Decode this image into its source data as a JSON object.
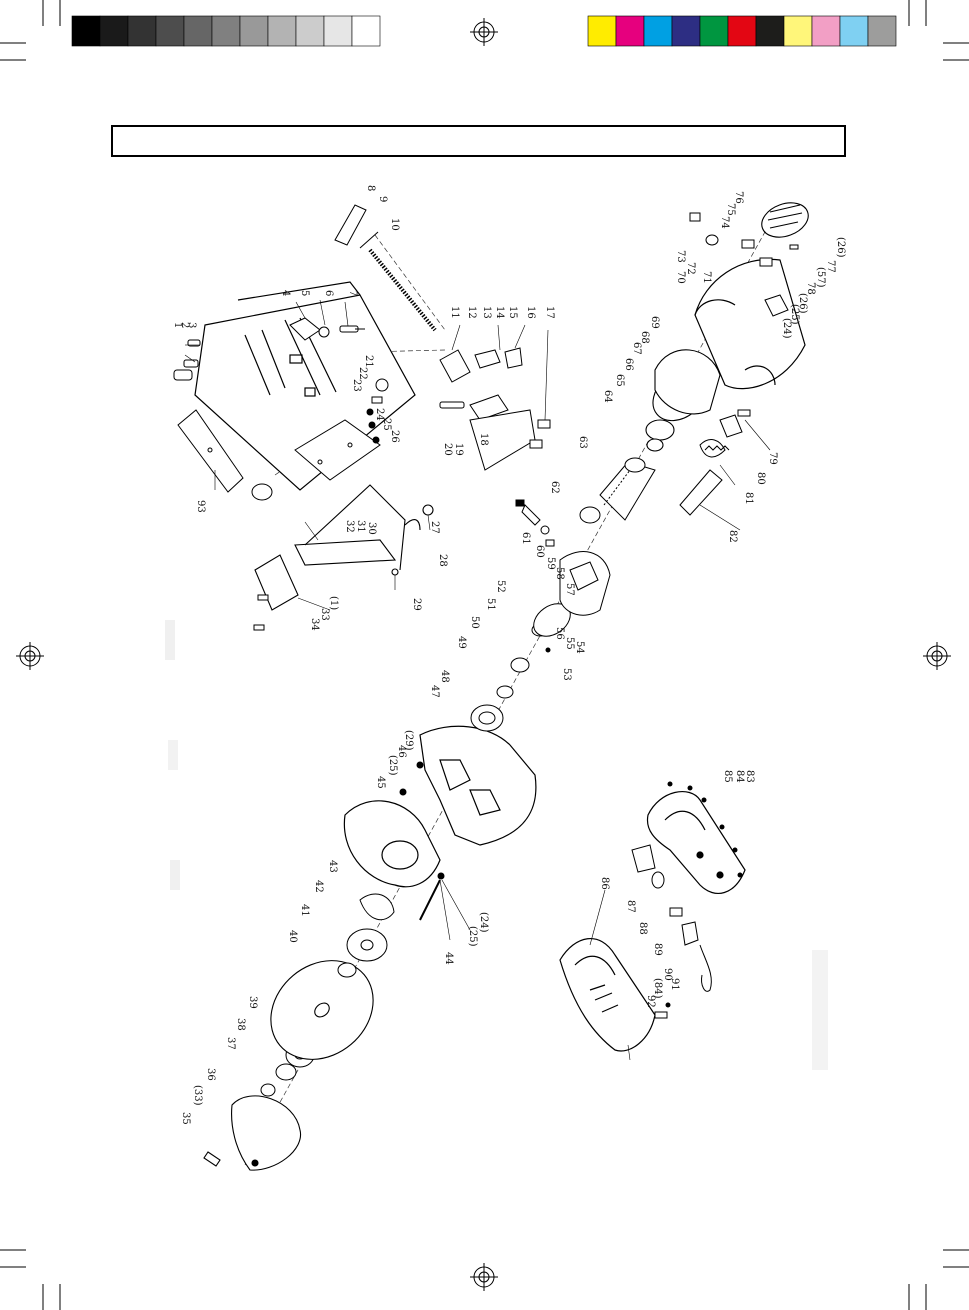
{
  "calibration": {
    "grayscale": [
      "#000000",
      "#1a1a1a",
      "#333333",
      "#4d4d4d",
      "#666666",
      "#808080",
      "#999999",
      "#b3b3b3",
      "#cccccc",
      "#e6e6e6",
      "#ffffff"
    ],
    "process": [
      "#ffec00",
      "#e6007e",
      "#00a0e3",
      "#2d2e83",
      "#009640",
      "#e30613",
      "#1d1d1b",
      "#fff67a",
      "#f29fc5",
      "#7fd0f2",
      "#9d9d9c"
    ]
  },
  "title_box": {
    "text": ""
  },
  "callouts": [
    {
      "id": "c1",
      "label": "1"
    },
    {
      "id": "c2",
      "label": "2"
    },
    {
      "id": "c3",
      "label": "3"
    },
    {
      "id": "c4",
      "label": "4"
    },
    {
      "id": "c5",
      "label": "5"
    },
    {
      "id": "c6",
      "label": "6"
    },
    {
      "id": "c7",
      "label": "7"
    },
    {
      "id": "c8",
      "label": "8"
    },
    {
      "id": "c9",
      "label": "9"
    },
    {
      "id": "c10",
      "label": "10"
    },
    {
      "id": "c11",
      "label": "11"
    },
    {
      "id": "c12",
      "label": "12"
    },
    {
      "id": "c13",
      "label": "13"
    },
    {
      "id": "c14",
      "label": "14"
    },
    {
      "id": "c15",
      "label": "15"
    },
    {
      "id": "c16",
      "label": "16"
    },
    {
      "id": "c17",
      "label": "17"
    },
    {
      "id": "c18",
      "label": "18"
    },
    {
      "id": "c19",
      "label": "19"
    },
    {
      "id": "c20",
      "label": "20"
    },
    {
      "id": "c21",
      "label": "21"
    },
    {
      "id": "c22",
      "label": "22"
    },
    {
      "id": "c23",
      "label": "23"
    },
    {
      "id": "c24",
      "label": "24"
    },
    {
      "id": "c25",
      "label": "25"
    },
    {
      "id": "c26",
      "label": "26"
    },
    {
      "id": "c27",
      "label": "27"
    },
    {
      "id": "c28",
      "label": "28"
    },
    {
      "id": "c29",
      "label": "29"
    },
    {
      "id": "c30",
      "label": "30"
    },
    {
      "id": "c31",
      "label": "31"
    },
    {
      "id": "c32",
      "label": "32"
    },
    {
      "id": "c1p",
      "label": "(1)"
    },
    {
      "id": "c33",
      "label": "33"
    },
    {
      "id": "c34",
      "label": "34"
    },
    {
      "id": "c35",
      "label": "35"
    },
    {
      "id": "c33p",
      "label": "(33)"
    },
    {
      "id": "c36",
      "label": "36"
    },
    {
      "id": "c37",
      "label": "37"
    },
    {
      "id": "c38",
      "label": "38"
    },
    {
      "id": "c39",
      "label": "39"
    },
    {
      "id": "c40",
      "label": "40"
    },
    {
      "id": "c41",
      "label": "41"
    },
    {
      "id": "c42",
      "label": "42"
    },
    {
      "id": "c43",
      "label": "43"
    },
    {
      "id": "c44",
      "label": "44"
    },
    {
      "id": "c24pa",
      "label": "(24)"
    },
    {
      "id": "c25pa",
      "label": "(25)"
    },
    {
      "id": "c45",
      "label": "45"
    },
    {
      "id": "c25pb",
      "label": "(25)"
    },
    {
      "id": "c46",
      "label": "46"
    },
    {
      "id": "c29p",
      "label": "(29)"
    },
    {
      "id": "c47",
      "label": "47"
    },
    {
      "id": "c48",
      "label": "48"
    },
    {
      "id": "c49",
      "label": "49"
    },
    {
      "id": "c50",
      "label": "50"
    },
    {
      "id": "c51",
      "label": "51"
    },
    {
      "id": "c52",
      "label": "52"
    },
    {
      "id": "c53",
      "label": "53"
    },
    {
      "id": "c54",
      "label": "54"
    },
    {
      "id": "c55",
      "label": "55"
    },
    {
      "id": "c56",
      "label": "56"
    },
    {
      "id": "c57",
      "label": "57"
    },
    {
      "id": "c58",
      "label": "58"
    },
    {
      "id": "c59",
      "label": "59"
    },
    {
      "id": "c60",
      "label": "60"
    },
    {
      "id": "c61",
      "label": "61"
    },
    {
      "id": "c62",
      "label": "62"
    },
    {
      "id": "c63",
      "label": "63"
    },
    {
      "id": "c64",
      "label": "64"
    },
    {
      "id": "c65",
      "label": "65"
    },
    {
      "id": "c66",
      "label": "66"
    },
    {
      "id": "c67",
      "label": "67"
    },
    {
      "id": "c68",
      "label": "68"
    },
    {
      "id": "c69",
      "label": "69"
    },
    {
      "id": "c70",
      "label": "70"
    },
    {
      "id": "c71",
      "label": "71"
    },
    {
      "id": "c72",
      "label": "72"
    },
    {
      "id": "c73",
      "label": "73"
    },
    {
      "id": "c74",
      "label": "74"
    },
    {
      "id": "c75",
      "label": "75"
    },
    {
      "id": "c76",
      "label": "76"
    },
    {
      "id": "c26pa",
      "label": "(26)"
    },
    {
      "id": "c77",
      "label": "77"
    },
    {
      "id": "c57p",
      "label": "(57)"
    },
    {
      "id": "c78",
      "label": "78"
    },
    {
      "id": "c26pb",
      "label": "(26)"
    },
    {
      "id": "c25pc",
      "label": "(25)"
    },
    {
      "id": "c24pb",
      "label": "(24)"
    },
    {
      "id": "c79",
      "label": "79"
    },
    {
      "id": "c80",
      "label": "80"
    },
    {
      "id": "c81",
      "label": "81"
    },
    {
      "id": "c82",
      "label": "82"
    },
    {
      "id": "c83",
      "label": "83"
    },
    {
      "id": "c84",
      "label": "84"
    },
    {
      "id": "c85",
      "label": "85"
    },
    {
      "id": "c86",
      "label": "86"
    },
    {
      "id": "c87",
      "label": "87"
    },
    {
      "id": "c88",
      "label": "88"
    },
    {
      "id": "c89",
      "label": "89"
    },
    {
      "id": "c90",
      "label": "90"
    },
    {
      "id": "c84p",
      "label": "(84)"
    },
    {
      "id": "c91",
      "label": "91"
    },
    {
      "id": "c92",
      "label": "92"
    },
    {
      "id": "c93",
      "label": "93"
    }
  ]
}
